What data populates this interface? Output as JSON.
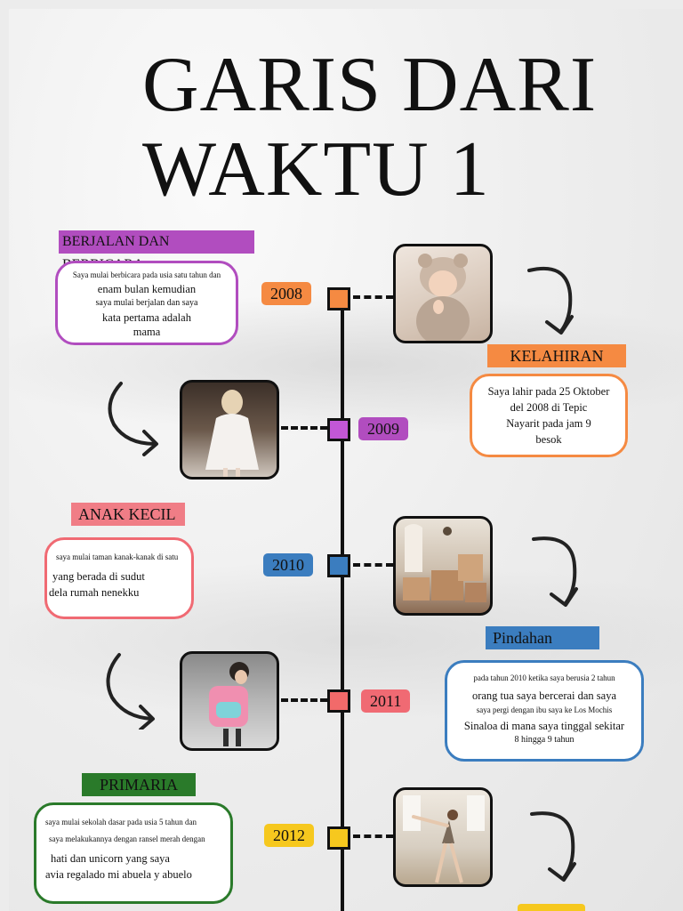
{
  "title_lines": [
    "GARIS DARI",
    "WAKTU 1"
  ],
  "colors": {
    "orange": "#f58a42",
    "purple": "#b14dbf",
    "blue": "#3b7dbf",
    "red": "#f06a73",
    "yellow": "#f6c81e",
    "green": "#2a7a2a"
  },
  "events": [
    {
      "year": "2008",
      "heading": "BERJALAN DAN BERBICARA",
      "lines": [
        "Saya mulai berbicara pada usia satu tahun dan",
        "enam bulan kemudian",
        "saya mulai berjalan dan saya",
        "kata pertama adalah",
        "mama"
      ]
    },
    {
      "heading": "KELAHIRAN",
      "lines": [
        "Saya lahir pada 25 Oktober",
        "del 2008 di Tepic",
        "Nayarit pada jam 9",
        "besok"
      ]
    },
    {
      "year": "2009"
    },
    {
      "year": "2010",
      "heading": "ANAK KECIL",
      "lines": [
        "saya mulai taman kanak-kanak di satu",
        "yang berada di sudut",
        "dela rumah nenekku"
      ]
    },
    {
      "heading": "Pindahan",
      "lines": [
        "pada tahun 2010 ketika saya berusia 2 tahun",
        "orang tua saya bercerai dan saya",
        "saya pergi dengan ibu saya ke Los Mochis",
        "Sinaloa di mana saya tinggal sekitar",
        "8 hingga 9 tahun"
      ]
    },
    {
      "year": "2011"
    },
    {
      "year": "2012",
      "heading": "PRIMARIA",
      "lines": [
        "saya mulai sekolah dasar pada usia 5 tahun dan",
        "saya melakukannya dengan ransel merah dengan",
        "hati dan unicorn yang saya",
        "avia regalado mi abuela y abuelo"
      ]
    }
  ],
  "photos": [
    "baby-photo",
    "toddler-white-dress-photo",
    "moving-boxes-photo",
    "child-backpack-photo",
    "ballet-photo"
  ]
}
